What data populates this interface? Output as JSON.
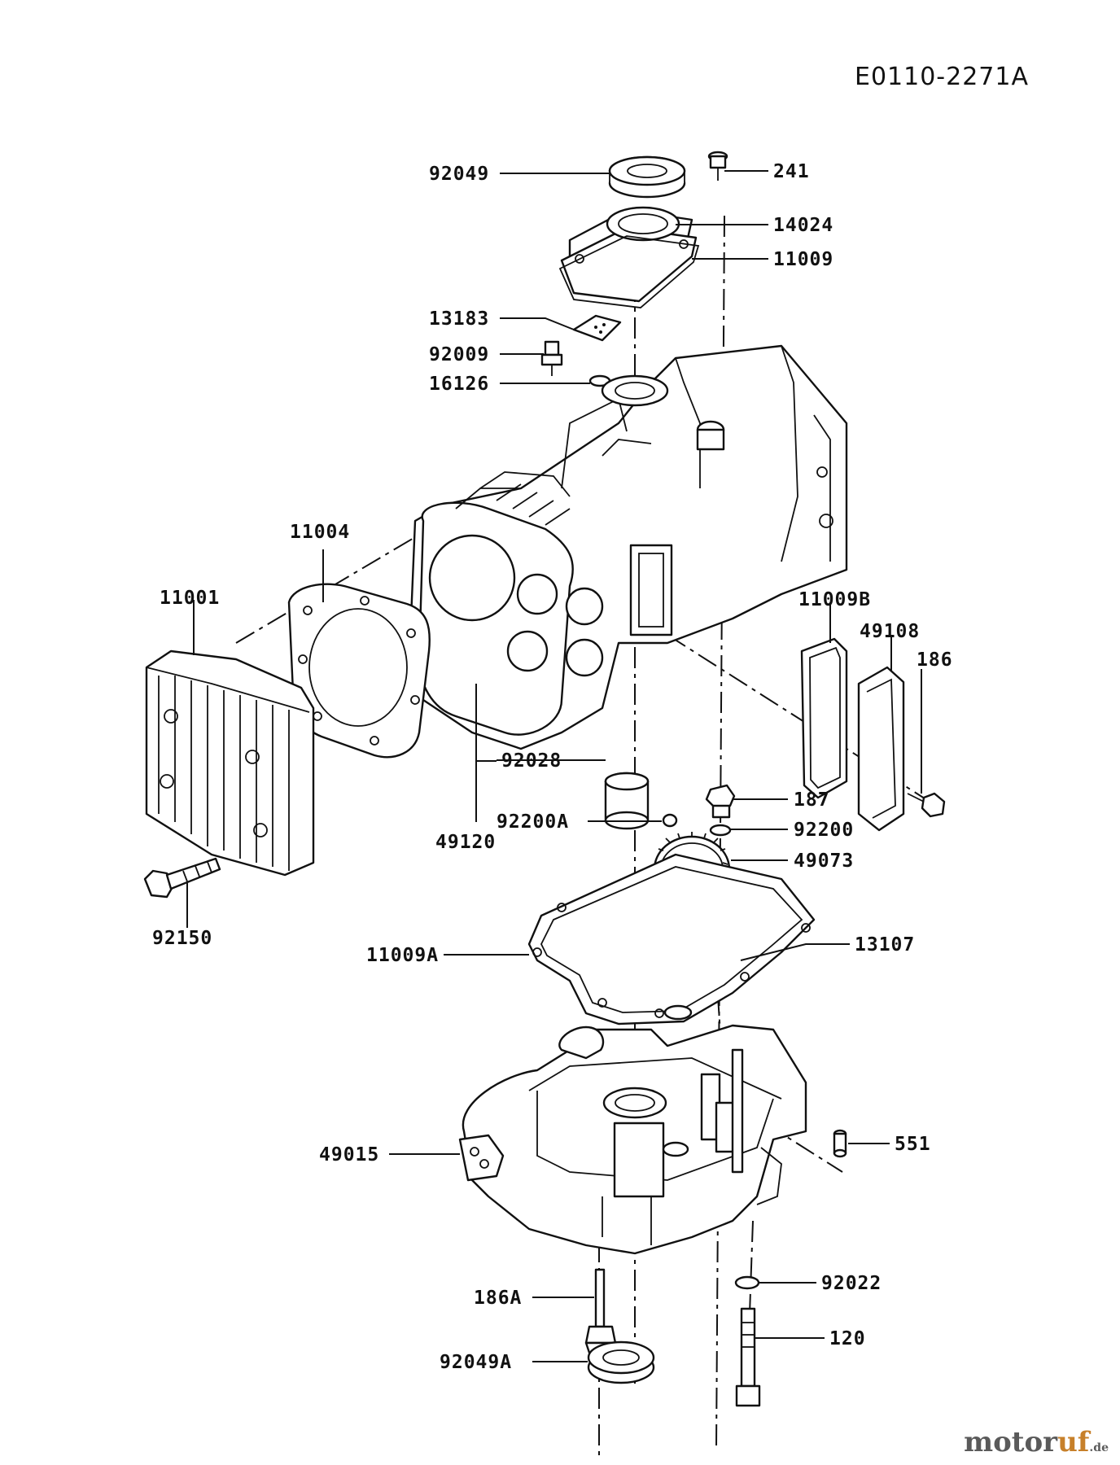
{
  "diagram_code": "E0110-2271A",
  "part_labels": {
    "p92049": "92049",
    "p241": "241",
    "p14024": "14024",
    "p11009": "11009",
    "p13183": "13183",
    "p92009": "92009",
    "p16126": "16126",
    "p11004": "11004",
    "p11001": "11001",
    "p11009B": "11009B",
    "p49108": "49108",
    "p186": "186",
    "p92028": "92028",
    "p49120": "49120",
    "p92200A": "92200A",
    "p187": "187",
    "p92200": "92200",
    "p49073": "49073",
    "p92150": "92150",
    "p11009A": "11009A",
    "p13107": "13107",
    "p49015": "49015",
    "p551": "551",
    "p186A": "186A",
    "p92022": "92022",
    "p120": "120",
    "p92049A": "92049A"
  },
  "watermark": {
    "part1": "motor",
    "part2": "uf",
    "part3": ".de"
  },
  "icons": [
    "engine-part-drawings"
  ]
}
